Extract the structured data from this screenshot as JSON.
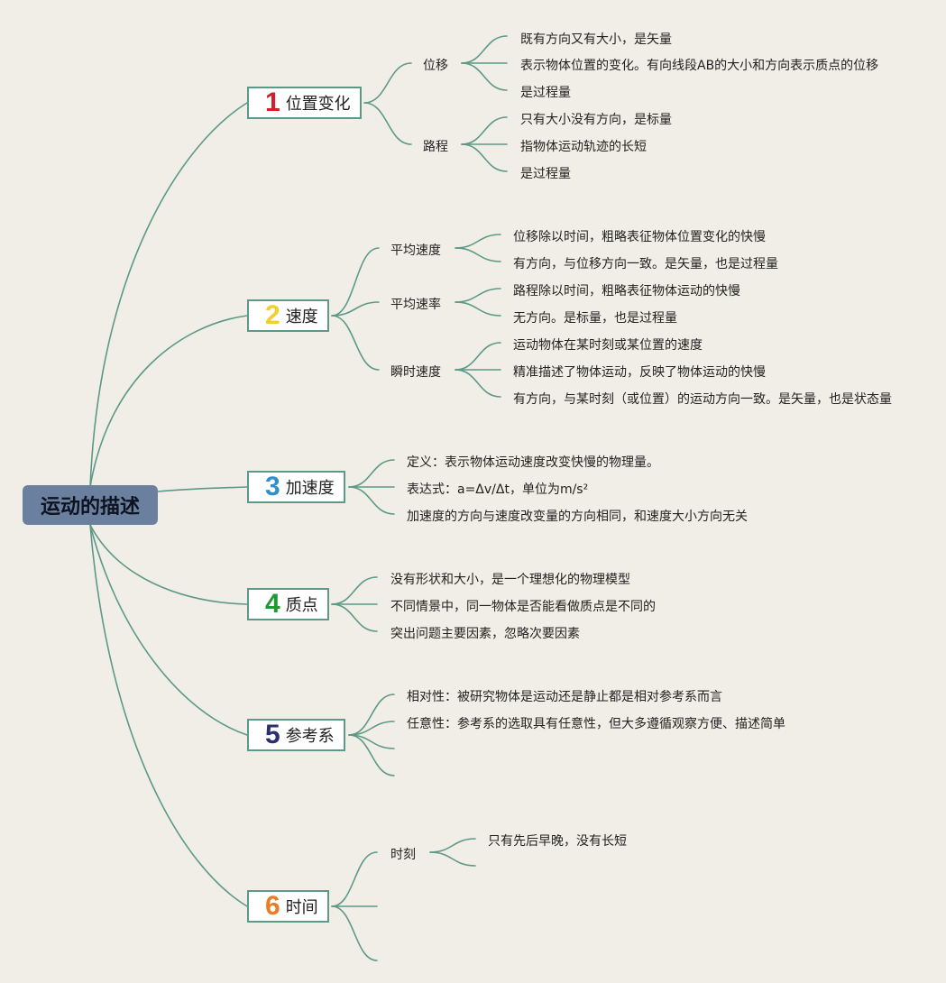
{
  "root": {
    "label": "运动的描述"
  },
  "topics": [
    {
      "num": "1",
      "num_color": "#d0202e",
      "label": "位置变化"
    },
    {
      "num": "2",
      "num_color": "#f2cf2a",
      "label": "速度"
    },
    {
      "num": "3",
      "num_color": "#2d8fd0",
      "label": "加速度"
    },
    {
      "num": "4",
      "num_color": "#1f9a33",
      "label": "质点"
    },
    {
      "num": "5",
      "num_color": "#2a2f6e",
      "label": "参考系"
    },
    {
      "num": "6",
      "num_color": "#f07a22",
      "label": "时间"
    }
  ],
  "subs": {
    "weiyi": "位移",
    "lucheng": "路程",
    "pingjun_sudu": "平均速度",
    "pingjun_sulv": "平均速率",
    "shunshi_sudu": "瞬时速度",
    "shike": "时刻"
  },
  "leaves": {
    "weiyi_1": "既有方向又有大小，是矢量",
    "weiyi_2": "表示物体位置的变化。有向线段AB的大小和方向表示质点的位移",
    "weiyi_3": "是过程量",
    "lucheng_1": "只有大小没有方向，是标量",
    "lucheng_2": "指物体运动轨迹的长短",
    "lucheng_3": "是过程量",
    "pjsd_1": "位移除以时间，粗略表征物体位置变化的快慢",
    "pjsd_2": "有方向，与位移方向一致。是矢量，也是过程量",
    "pjsl_1": "路程除以时间，粗略表征物体运动的快慢",
    "pjsl_2": "无方向。是标量，也是过程量",
    "sssd_1": "运动物体在某时刻或某位置的速度",
    "sssd_2": "精准描述了物体运动，反映了物体运动的快慢",
    "sssd_3": "有方向，与某时刻（或位置）的运动方向一致。是矢量，也是状态量",
    "jsd_1": "定义：表示物体运动速度改变快慢的物理量。",
    "jsd_2": "表达式：a=Δv/Δt，单位为m/s²",
    "jsd_3": "加速度的方向与速度改变量的方向相同，和速度大小方向无关",
    "zd_1": "没有形状和大小，是一个理想化的物理模型",
    "zd_2": "不同情景中，同一物体是否能看做质点是不同的",
    "zd_3": "突出问题主要因素，忽略次要因素",
    "ckx_1": "相对性：被研究物体是运动还是静止都是相对参考系而言",
    "ckx_2": "任意性：参考系的选取具有任意性，但大多遵循观察方便、描述简单",
    "shike_1": "只有先后早晚，没有长短"
  },
  "colors": {
    "background": "#f1ede7",
    "link": "#5c9a87",
    "root_fill": "#6b7f9f"
  }
}
